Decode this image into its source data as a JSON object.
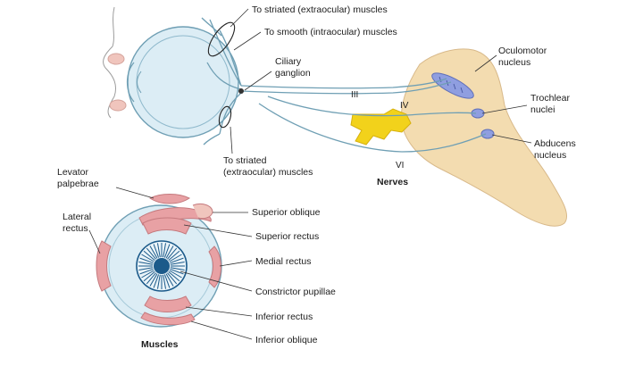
{
  "nerves_panel": {
    "labels": {
      "to_striated_top": "To striated (extraocular) muscles",
      "to_smooth": "To smooth (intraocular) muscles",
      "ciliary_1": "Ciliary",
      "ciliary_2": "ganglion",
      "oculomotor_1": "Oculomotor",
      "oculomotor_2": "nucleus",
      "trochlear_1": "Trochlear",
      "trochlear_2": "nuclei",
      "abducens_1": "Abducens",
      "abducens_2": "nucleus",
      "to_striated_bottom_1": "To striated",
      "to_striated_bottom_2": "(extraocular) muscles",
      "nerve_iii": "III",
      "nerve_iv": "IV",
      "nerve_vi": "VI",
      "caption": "Nerves"
    }
  },
  "muscles_panel": {
    "labels": {
      "levator_1": "Levator",
      "levator_2": "palpebrae",
      "lateral_1": "Lateral",
      "lateral_2": "rectus",
      "superior_oblique": "Superior oblique",
      "superior_rectus": "Superior rectus",
      "medial_rectus": "Medial rectus",
      "constrictor_pupillae": "Constrictor pupillae",
      "inferior_rectus": "Inferior rectus",
      "inferior_oblique": "Inferior oblique",
      "caption": "Muscles"
    }
  },
  "colors": {
    "nerve": "#6f9fb4",
    "eye_fill": "#dcedf5",
    "brainstem": "#f3dcb0",
    "nucleus": "#8f9ee0",
    "ganglion_yellow": "#f2d21b",
    "muscle": "#e8a1a4",
    "skin": "#f0c5bd",
    "pupil": "#1b5a8a"
  }
}
